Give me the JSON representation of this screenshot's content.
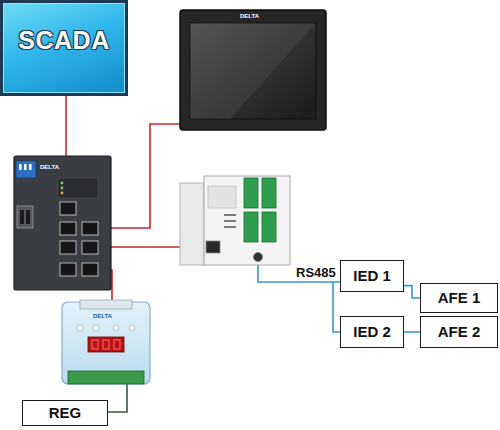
{
  "diagram": {
    "nodes": [
      {
        "text": [
          "SCADA"
        ]
      },
      {
        "text": [
          "IED 1"
        ]
      },
      {
        "text": [
          "AFE 1"
        ]
      },
      {
        "text": [
          "IED 2"
        ]
      },
      {
        "text": [
          "AFE 2"
        ]
      },
      {
        "text": [
          "REG"
        ]
      }
    ],
    "edges": [
      {
        "from": 1,
        "to": 2,
        "arrow": "none"
      },
      {
        "from": 3,
        "to": 4,
        "arrow": "none"
      }
    ],
    "labels": [
      "RS485",
      "DELTA",
      "DELTA",
      "DELTA"
    ]
  }
}
